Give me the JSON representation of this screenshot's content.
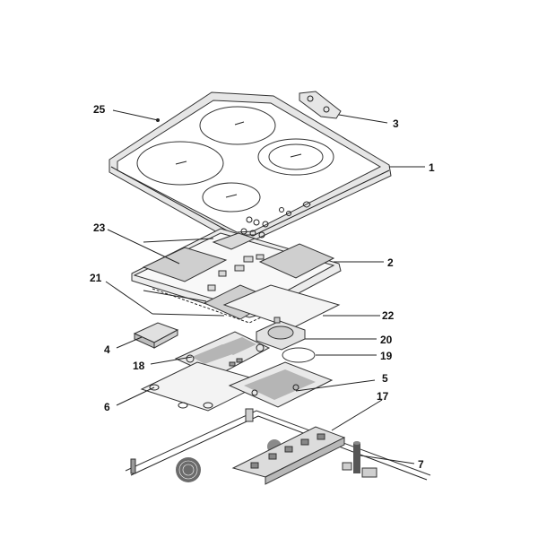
{
  "callouts": [
    {
      "id": "c25",
      "label": "25"
    },
    {
      "id": "c3",
      "label": "3"
    },
    {
      "id": "c1",
      "label": "1"
    },
    {
      "id": "c23",
      "label": "23"
    },
    {
      "id": "c2",
      "label": "2"
    },
    {
      "id": "c21",
      "label": "21"
    },
    {
      "id": "c22",
      "label": "22"
    },
    {
      "id": "c4",
      "label": "4"
    },
    {
      "id": "c20",
      "label": "20"
    },
    {
      "id": "c19",
      "label": "19"
    },
    {
      "id": "c18",
      "label": "18"
    },
    {
      "id": "c5",
      "label": "5"
    },
    {
      "id": "c6",
      "label": "6"
    },
    {
      "id": "c17",
      "label": "17"
    },
    {
      "id": "c7",
      "label": "7"
    }
  ],
  "colors": {
    "line": "#222222",
    "frame_fill": "#e6e6e6",
    "glass_fill": "#ffffff",
    "pad_fill": "#cfcfcf",
    "board_fill": "#e9e9e9",
    "trace_fill": "#b5b5b5",
    "base_fill": "#f2f2f2"
  }
}
